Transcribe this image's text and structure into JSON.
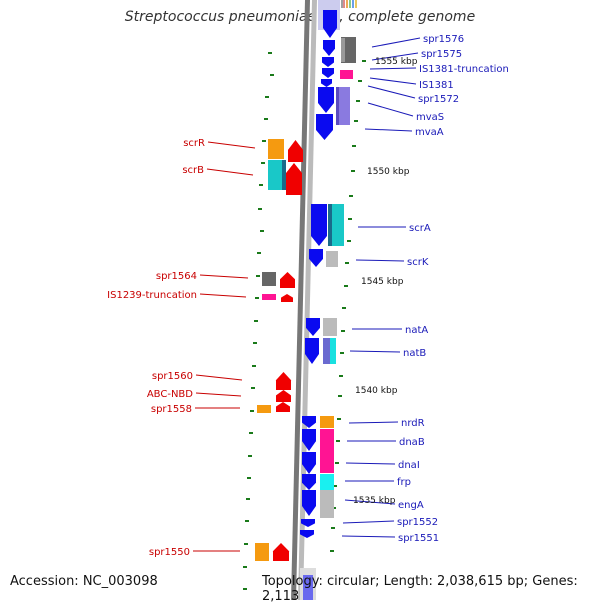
{
  "title": "Streptococcus pneumoniae R6, complete genome",
  "accession": "Accession: NC_003098",
  "topology": "Topology: circular; Length: 2,038,615 bp; Genes: 2,113",
  "colors": {
    "forward_label": "#1a1ab8",
    "reverse_label": "#c80000",
    "forward_gene": "#0a0af0",
    "reverse_gene": "#f00000",
    "tick": "#1a7a1a",
    "backbone": "#777777"
  },
  "scale_labels": [
    "1555 kbp",
    "1550 kbp",
    "1545 kbp",
    "1540 kbp",
    "1535 kbp"
  ],
  "forward_genes": [
    "spr1576",
    "spr1575",
    "IS1381-truncation",
    "IS1381",
    "spr1572",
    "mvaS",
    "mvaA",
    "scrA",
    "scrK",
    "natA",
    "natB",
    "nrdR",
    "dnaB",
    "dnaI",
    "frp",
    "engA",
    "spr1552",
    "spr1551"
  ],
  "reverse_genes": [
    "scrR",
    "scrB",
    "spr1564",
    "IS1239-truncation",
    "spr1560",
    "ABC-NBD",
    "spr1558",
    "spr1550"
  ]
}
